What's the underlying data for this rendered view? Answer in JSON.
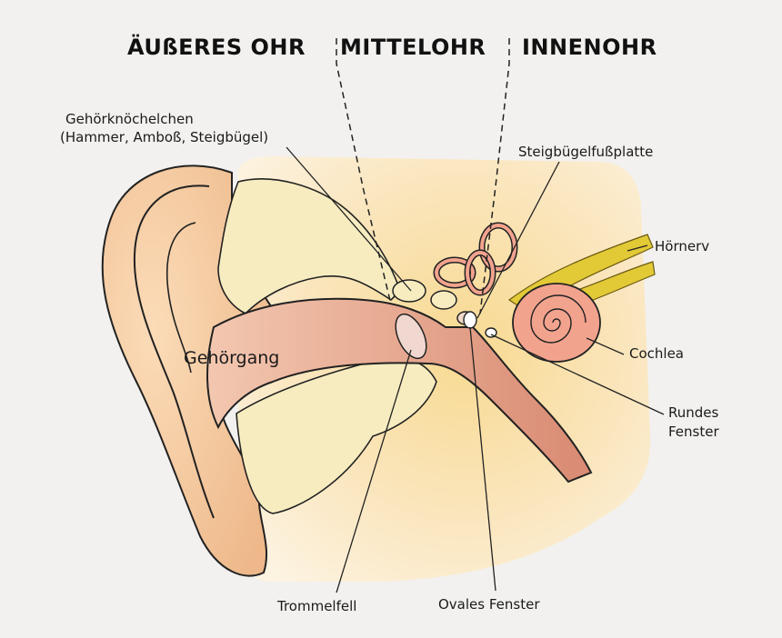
{
  "sections": {
    "outer_ear": "ÄUßERES OHR",
    "middle_ear": "MITTELOHR",
    "inner_ear": "INNENOHR"
  },
  "labels": {
    "ossicles_line1": "Gehörknöchelchen",
    "ossicles_line2": "(Hammer, Amboß, Steigbügel)",
    "stapes_footplate": "Steigbügelfußplatte",
    "auditory_nerve": "Hörnerv",
    "cochlea": "Cochlea",
    "round_window_line1": "Rundes",
    "round_window_line2": "Fenster",
    "ear_canal": "Gehörgang",
    "eardrum": "Trommelfell",
    "oval_window": "Ovales Fenster"
  },
  "colors": {
    "background": "#f2f1ef",
    "panel": "#fbe8c2",
    "auricle": "#f5c89a",
    "bone": "#f7ecc0",
    "canal": "#e9a98f",
    "cochlea": "#f2a38e",
    "nerve": "#e2c936",
    "outline": "#222222"
  }
}
